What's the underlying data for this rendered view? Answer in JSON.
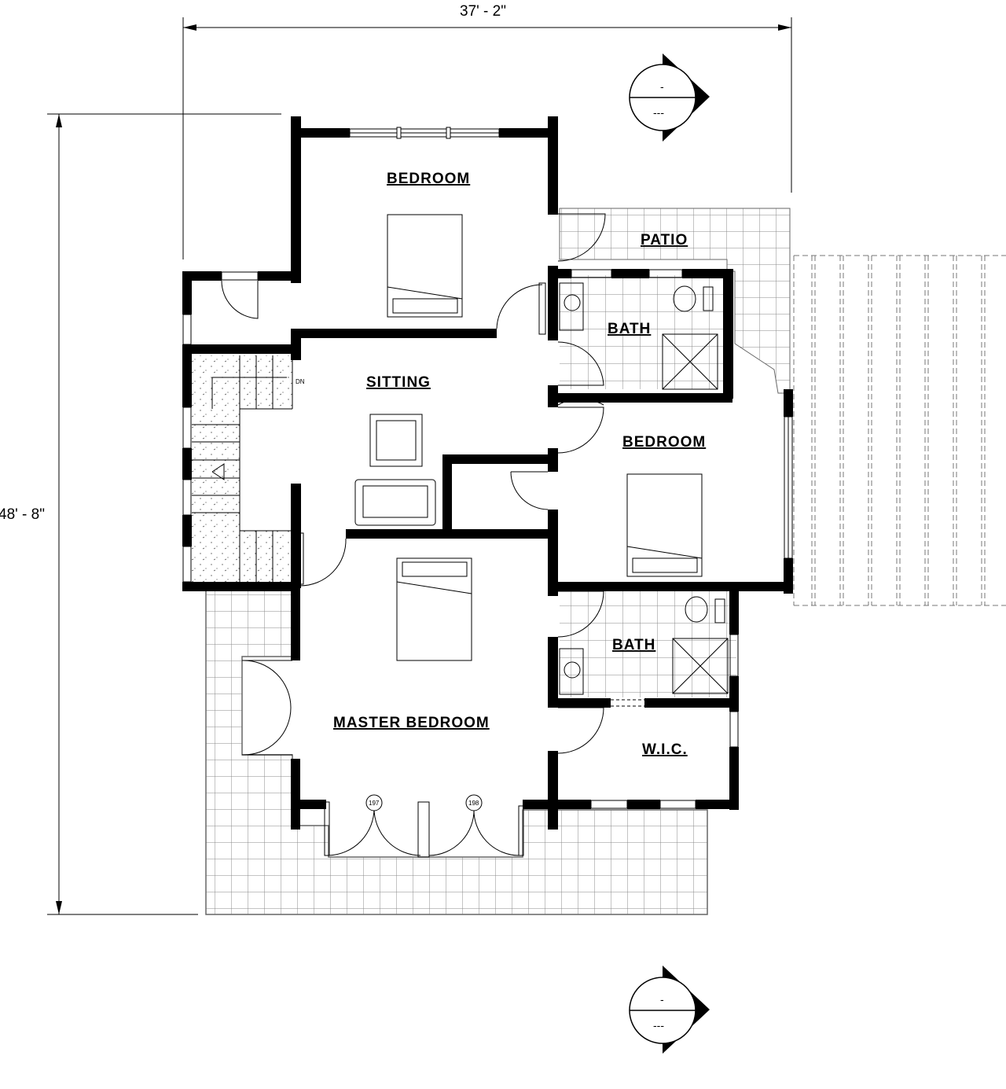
{
  "dimensions": {
    "width": "37' - 2\"",
    "depth": "48' - 8\""
  },
  "rooms": {
    "bedroom_north": "BEDROOM",
    "patio": "PATIO",
    "bath_upper": "BATH",
    "sitting": "SITTING",
    "bedroom_east": "BEDROOM",
    "bath_master": "BATH",
    "master_bedroom": "MASTER BEDROOM",
    "wic": "W.I.C."
  },
  "stair_label": "DN",
  "section_markers": [
    {
      "top": "-",
      "bottom": "---"
    },
    {
      "top": "-",
      "bottom": "---"
    }
  ],
  "door_tags": [
    "197",
    "198"
  ]
}
